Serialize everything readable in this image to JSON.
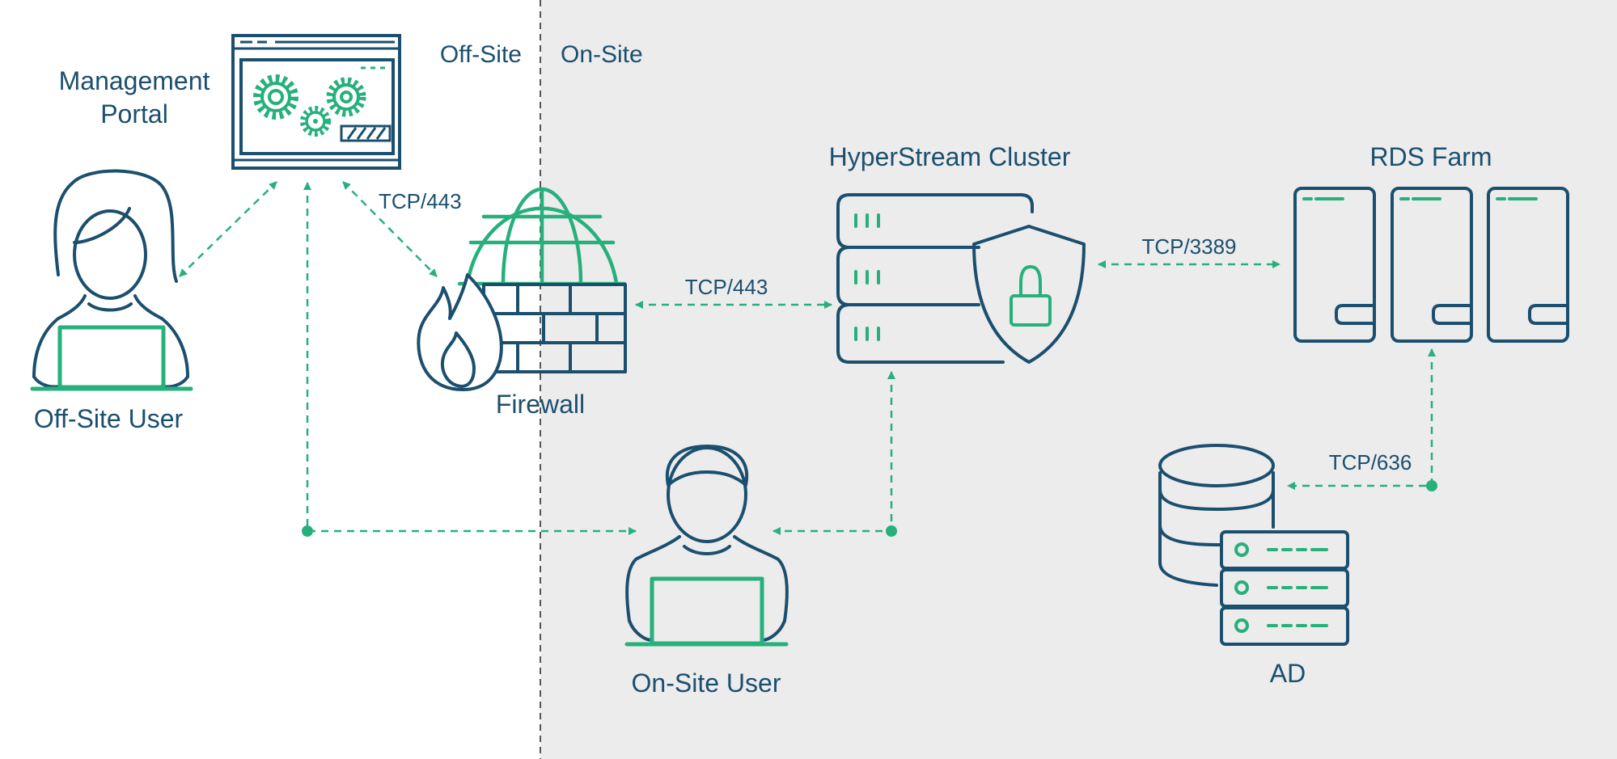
{
  "zones": {
    "offsite": "Off-Site",
    "onsite": "On-Site"
  },
  "nodes": {
    "portal_line1": "Management",
    "portal_line2": "Portal",
    "offsite_user": "Off-Site User",
    "firewall": "Firewall",
    "cluster": "HyperStream Cluster",
    "rds": "RDS Farm",
    "onsite_user": "On-Site User",
    "ad": "AD"
  },
  "connections": {
    "portal_firewall": "TCP/443",
    "firewall_cluster": "TCP/443",
    "cluster_rds": "TCP/3389",
    "ad_rds": "TCP/636"
  },
  "colors": {
    "navy": "#1b4f6e",
    "green": "#27b07c",
    "onsite_bg": "#ececed",
    "divider": "#555555"
  }
}
